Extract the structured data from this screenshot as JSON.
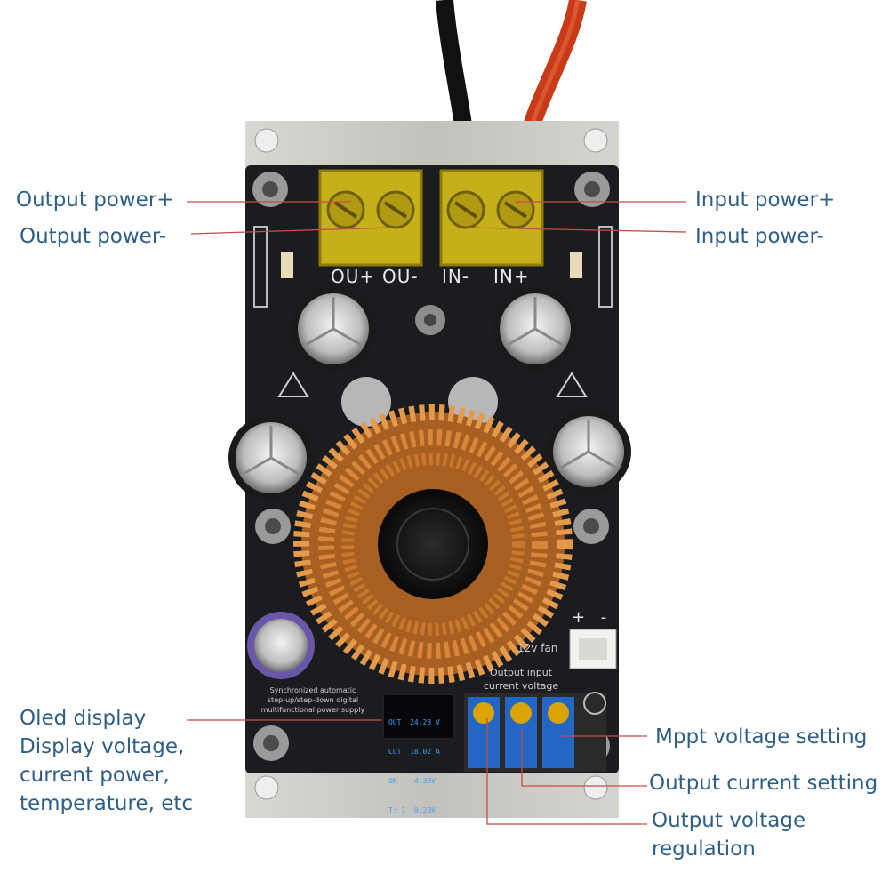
{
  "callouts": {
    "output_power_plus": "Output power+",
    "output_power_minus": "Output power-",
    "input_power_plus": "Input power+",
    "input_power_minus": "Input power-",
    "oled_display": "Oled display",
    "oled_display_desc": "Display voltage,\ncurrent power,\ntemperature, etc",
    "mppt_voltage_setting": "Mppt voltage setting",
    "output_current_setting": "Output current setting",
    "output_voltage_regulation": "Output voltage\nregulation"
  },
  "silkscreen": {
    "terminal_labels": [
      "OU+",
      "OU-",
      "IN-",
      "IN+"
    ],
    "fan_label": "12v fan",
    "fan_polarity": "+ -",
    "pot_header": "Output input\ncurrent voltage",
    "board_desc": "Synchronized automatic\nstep-up/step-down digital\nmultifunctional power supply"
  },
  "oled_lines": [
    "OUT  24.23 V",
    "CUT  18.02 A",
    "ON    4.38V",
    "T: 1  0.20V"
  ],
  "colors": {
    "callout_text": "#2f5f86",
    "callout_line": "#c84b4b",
    "pcb": "#1b1c1f",
    "heatsink": "#c9c9c4",
    "copper": "#c8782c",
    "potentiometer": "#2466c4",
    "red_wire": "#d3411f"
  }
}
